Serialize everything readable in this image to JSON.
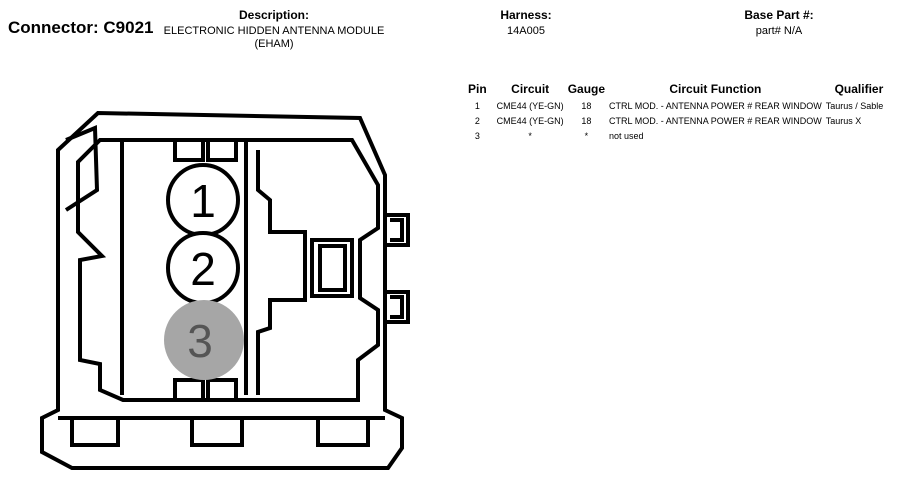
{
  "connector": {
    "label": "Connector:",
    "id": "C9021"
  },
  "description": {
    "label": "Description:",
    "value": "ELECTRONIC HIDDEN ANTENNA MODULE (EHAM)"
  },
  "harness": {
    "label": "Harness:",
    "value": "14A005"
  },
  "base_part": {
    "label": "Base Part #:",
    "value": "part# N/A"
  },
  "table": {
    "headers": {
      "pin": "Pin",
      "circuit": "Circuit",
      "gauge": "Gauge",
      "function": "Circuit Function",
      "qualifier": "Qualifier"
    },
    "rows": [
      {
        "pin": "1",
        "circuit": "CME44 (YE-GN)",
        "gauge": "18",
        "function": "CTRL MOD. - ANTENNA POWER # REAR WINDOW",
        "qualifier": "Taurus / Sable"
      },
      {
        "pin": "2",
        "circuit": "CME44 (YE-GN)",
        "gauge": "18",
        "function": "CTRL MOD. - ANTENNA POWER # REAR WINDOW",
        "qualifier": "Taurus X"
      },
      {
        "pin": "3",
        "circuit": "*",
        "gauge": "*",
        "function": "not used",
        "qualifier": ""
      }
    ]
  },
  "pins": [
    {
      "number": "1",
      "used": true
    },
    {
      "number": "2",
      "used": true
    },
    {
      "number": "3",
      "used": false
    }
  ],
  "colors": {
    "outline": "#000000",
    "unused_pin_fill": "#a6a6a6",
    "unused_pin_text": "#555555"
  }
}
